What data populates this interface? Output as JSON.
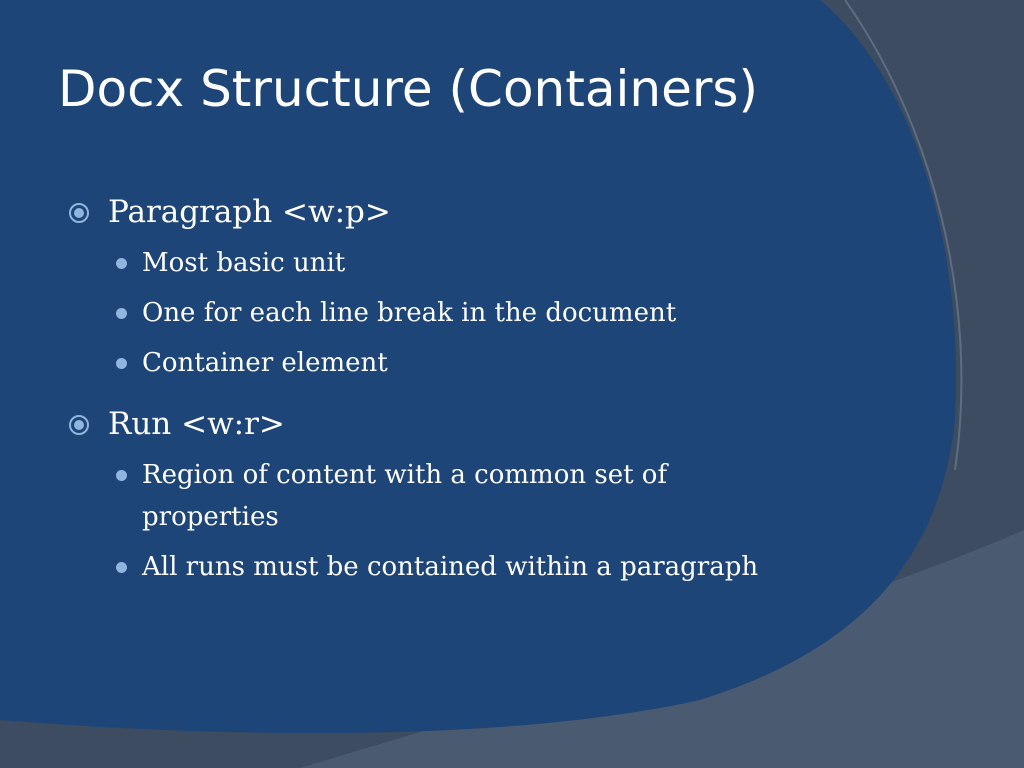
{
  "slide": {
    "title": "Docx Structure (Containers)",
    "colors": {
      "panel": "#1e4577",
      "background": "#3d4c60",
      "swoosh": "#4a5b71",
      "bullet": "#8fb6de",
      "text": "#ffffff"
    },
    "bullets": [
      {
        "label": "Paragraph <w:p>",
        "icon": "ring-bullet-icon",
        "children": [
          "Most basic unit",
          "One for each line break in the document",
          "Container element"
        ]
      },
      {
        "label": "Run <w:r>",
        "icon": "ring-bullet-icon",
        "children": [
          "Region of content with a common set of properties",
          "All runs must be contained within a paragraph"
        ]
      }
    ]
  }
}
